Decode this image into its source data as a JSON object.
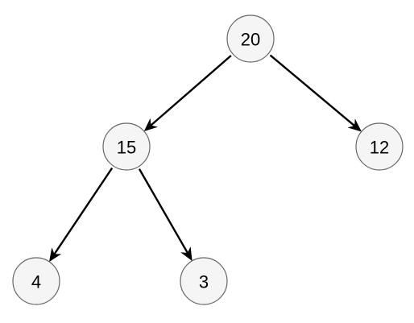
{
  "tree": {
    "nodes": [
      {
        "id": "n20",
        "label": "20"
      },
      {
        "id": "n15",
        "label": "15"
      },
      {
        "id": "n12",
        "label": "12"
      },
      {
        "id": "n4",
        "label": "4"
      },
      {
        "id": "n3",
        "label": "3"
      }
    ],
    "edges": [
      {
        "from": "n20",
        "to": "n15"
      },
      {
        "from": "n20",
        "to": "n12"
      },
      {
        "from": "n15",
        "to": "n4"
      },
      {
        "from": "n15",
        "to": "n3"
      }
    ],
    "colors": {
      "node_fill": "#f5f5f5",
      "node_stroke": "#666666",
      "edge": "#000000",
      "text": "#000000"
    }
  }
}
